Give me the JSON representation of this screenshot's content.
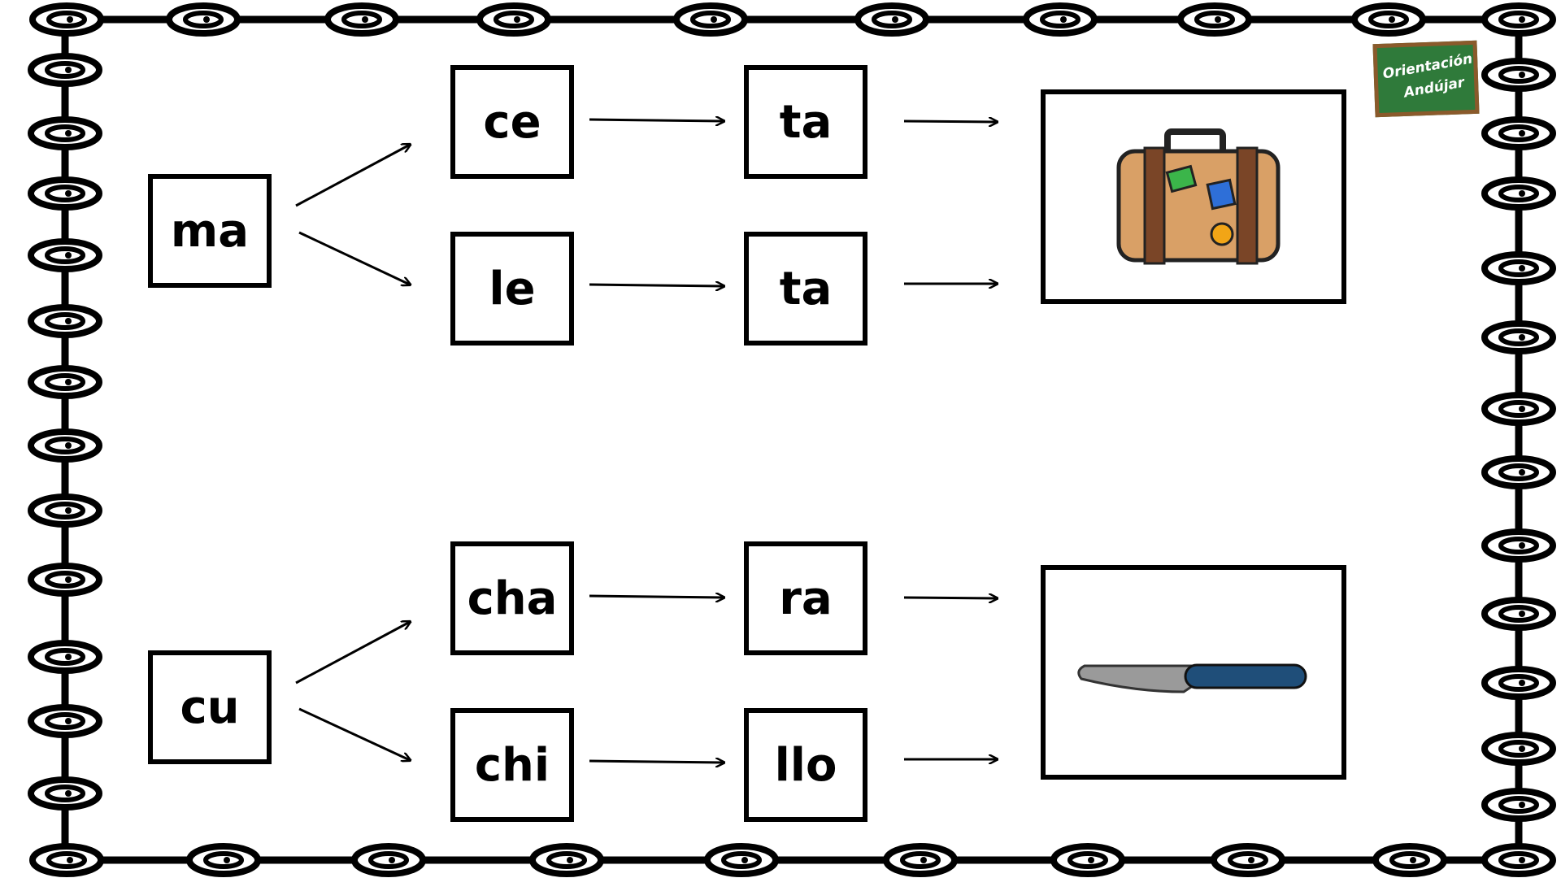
{
  "worksheet": {
    "rows": [
      {
        "start": "ma",
        "branches": [
          {
            "second": "ce",
            "third": "ta"
          },
          {
            "second": "le",
            "third": "ta"
          }
        ],
        "picture": "suitcase"
      },
      {
        "start": "cu",
        "branches": [
          {
            "second": "cha",
            "third": "ra"
          },
          {
            "second": "chi",
            "third": "llo"
          }
        ],
        "picture": "knife"
      }
    ]
  },
  "logo": {
    "line1": "Orientación",
    "line2": "Andújar"
  },
  "colors": {
    "border": "#000000",
    "suitcase_body": "#d9a066",
    "suitcase_strap": "#7a4527",
    "knife_blade": "#9a9a9a",
    "knife_handle": "#1f4e79",
    "logo_board": "#2f7a3a",
    "logo_frame": "#8a5a2b"
  }
}
